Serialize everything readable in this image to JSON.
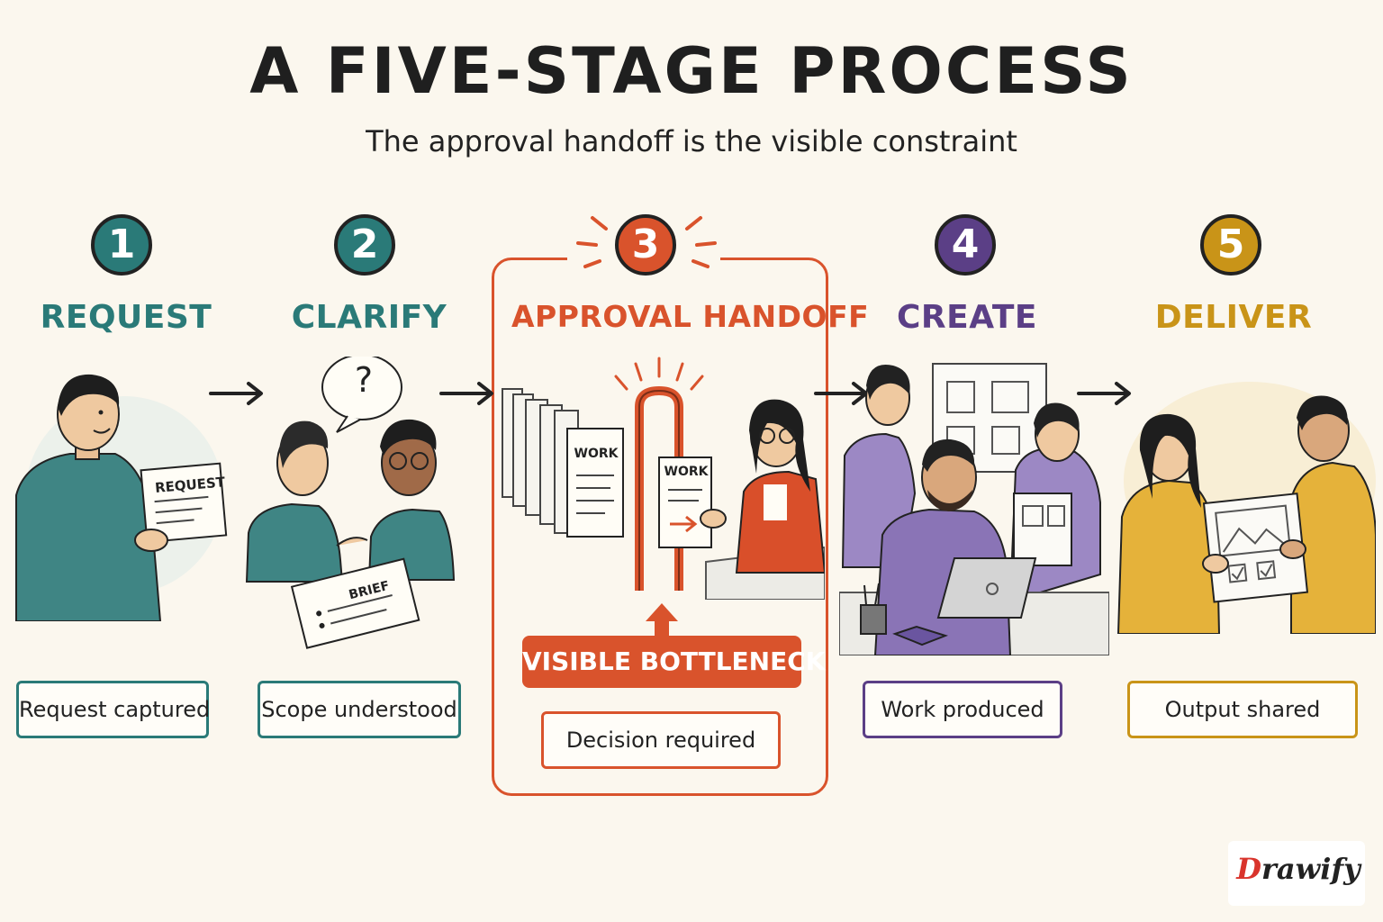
{
  "title": "A FIVE-STAGE PROCESS",
  "subtitle": "The approval handoff is the visible constraint",
  "colors": {
    "stage1": "#2a7a78",
    "stage2": "#2a7a78",
    "stage3": "#d9532c",
    "stage4": "#5b3f86",
    "stage5": "#c99418",
    "ink": "#222222",
    "background": "#fbf7ee"
  },
  "stages": [
    {
      "number": "1",
      "label": "REQUEST",
      "outcome": "Request captured",
      "icon": "person-holding-request-icon"
    },
    {
      "number": "2",
      "label": "CLARIFY",
      "outcome": "Scope understood",
      "icon": "two-people-discussing-icon"
    },
    {
      "number": "3",
      "label": "APPROVAL HANDOFF",
      "outcome": "Decision required",
      "icon": "work-queue-gate-icon"
    },
    {
      "number": "4",
      "label": "CREATE",
      "outcome": "Work produced",
      "icon": "team-working-laptop-icon"
    },
    {
      "number": "5",
      "label": "DELIVER",
      "outcome": "Output shared",
      "icon": "handing-over-document-icon"
    }
  ],
  "illustration_text": {
    "request_doc": "REQUEST",
    "question_mark": "?",
    "brief_doc": "BRIEF",
    "work_doc_queue": "WORK",
    "work_doc_hand": "WORK"
  },
  "bottleneck_label": "VISIBLE BOTTLENECK",
  "logo": {
    "first": "D",
    "rest": "rawify"
  }
}
